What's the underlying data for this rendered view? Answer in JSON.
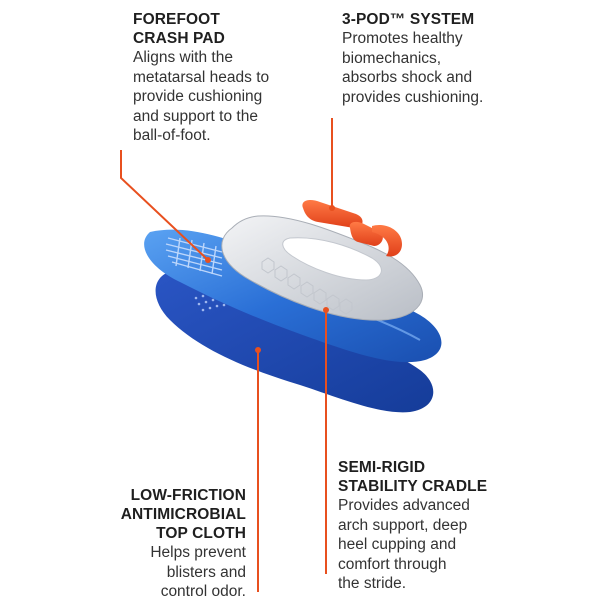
{
  "colors": {
    "accent": "#e8501f",
    "insole_blue": "#1e5fc8",
    "insole_dark_blue": "#173f9a",
    "cradle_gray": "#d8dbe0",
    "pad_orange": "#ef4b1e"
  },
  "callouts": {
    "forefoot": {
      "heading": "FOREFOOT\nCRASH PAD",
      "body": "Aligns with the\nmetatarsal heads to\nprovide cushioning\nand support to the\nball-of-foot."
    },
    "three_pod": {
      "heading": "3-POD™ SYSTEM",
      "body": "Promotes healthy\nbiomechanics,\nabsorbs shock and\nprovides cushioning."
    },
    "top_cloth": {
      "heading": "LOW-FRICTION\nANTIMICROBIAL\nTOP CLOTH",
      "body": "Helps prevent\nblisters and\ncontrol odor."
    },
    "cradle": {
      "heading": "SEMI-RIGID\nSTABILITY CRADLE",
      "body": "Provides advanced\narch support, deep\nheel cupping and\ncomfort through\nthe stride."
    }
  }
}
